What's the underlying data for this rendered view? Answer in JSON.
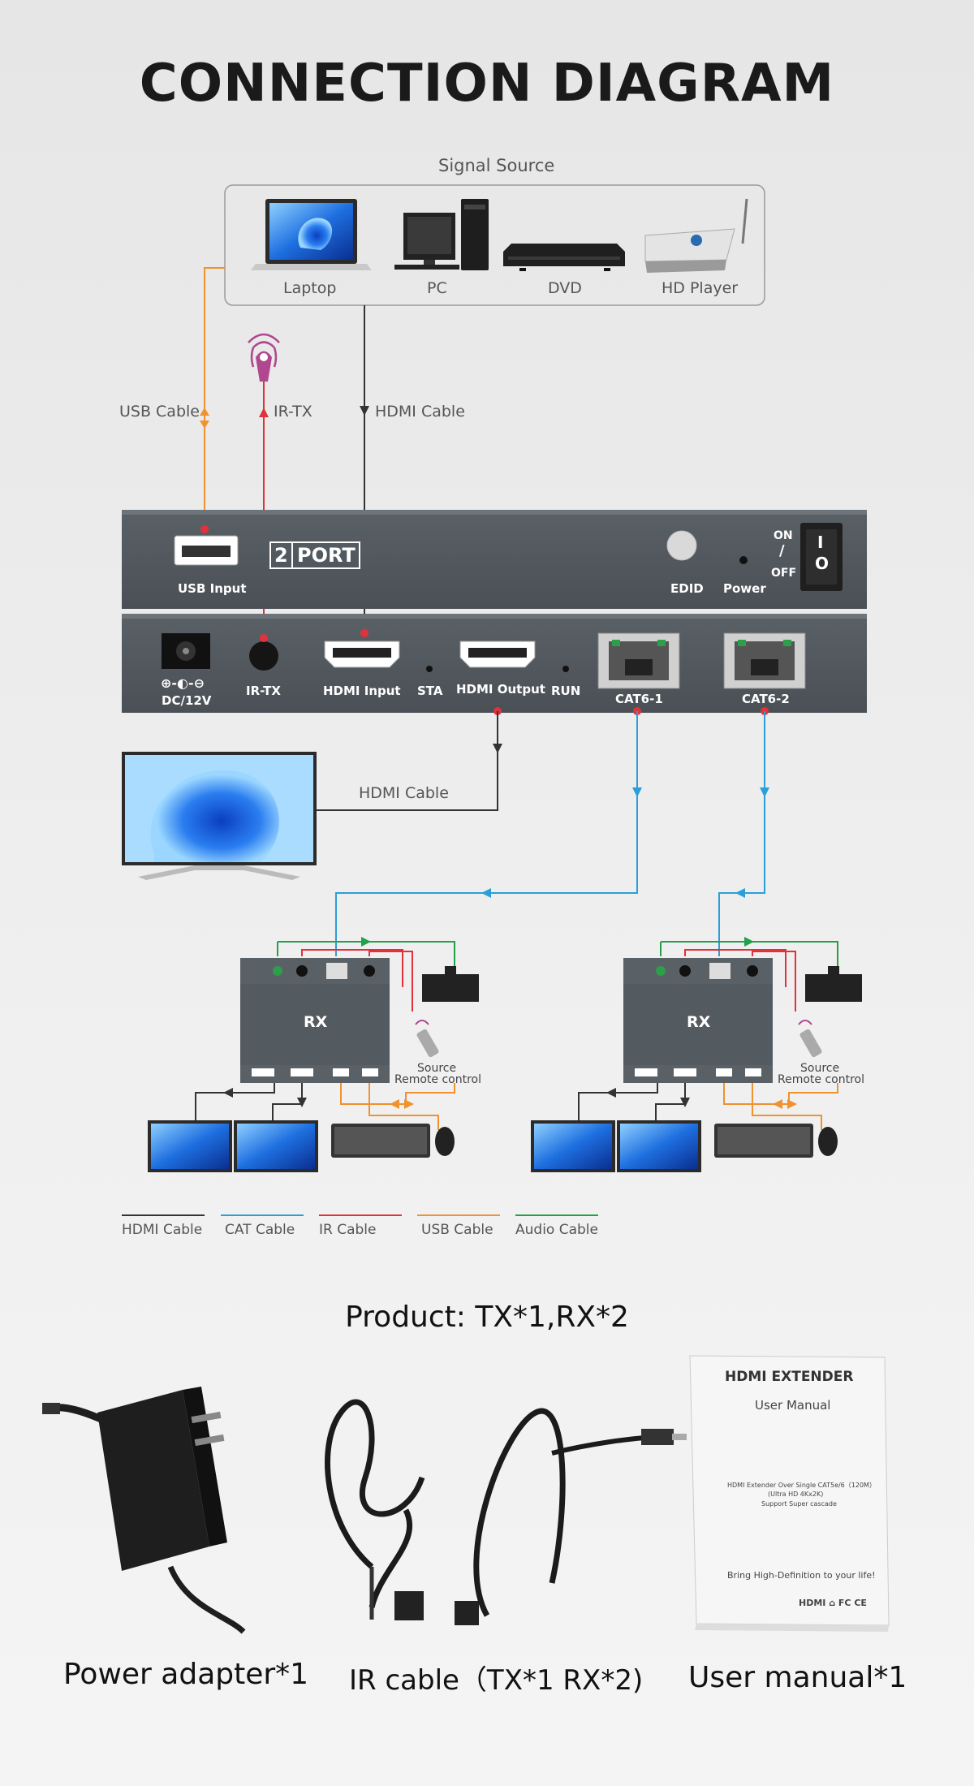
{
  "title": "CONNECTION DIAGRAM",
  "signal_source": {
    "title": "Signal Source",
    "devices": [
      {
        "label": "Laptop",
        "icon": "laptop-icon"
      },
      {
        "label": "PC",
        "icon": "pc-icon"
      },
      {
        "label": "DVD",
        "icon": "dvd-icon"
      },
      {
        "label": "HD Player",
        "icon": "hd-player-icon"
      }
    ]
  },
  "cables": {
    "usb": "USB Cable",
    "irtx": "IR-TX",
    "hdmi_in": "HDMI Cable",
    "hdmi_out": "HDMI  Cable"
  },
  "tx_front": {
    "usb_input": "USB Input",
    "port_num": "2",
    "port_word": "PORT",
    "edid": "EDID",
    "power": "Power",
    "on": "ON",
    "slash": "/",
    "off": "OFF",
    "switch_on": "I",
    "switch_off": "O"
  },
  "tx_rear": {
    "dc": "DC/12V",
    "dc_symbol": "⊕-◐-⊖",
    "ir_tx": "IR-TX",
    "hdmi_input": "HDMI Input",
    "sta": "STA",
    "hdmi_output": "HDMI Output",
    "run": "RUN",
    "cat1": "CAT6-1",
    "cat2": "CAT6-2"
  },
  "rx": {
    "label": "RX",
    "source_line1": "Source",
    "source_line2": "Remote control"
  },
  "legend": [
    {
      "label": "HDMI Cable",
      "color": "#333333"
    },
    {
      "label": "CAT Cable",
      "color": "#2a9fd8"
    },
    {
      "label": "IR Cable",
      "color": "#e0323c"
    },
    {
      "label": "USB Cable",
      "color": "#f0922e"
    },
    {
      "label": "Audio Cable",
      "color": "#22a04a"
    }
  ],
  "product": {
    "title": "Product: TX*1,RX*2",
    "items": [
      {
        "label": "Power adapter*1"
      },
      {
        "label": "IR cable（TX*1 RX*2)"
      },
      {
        "label": "User manual*1"
      }
    ],
    "manual": {
      "title": "HDMI EXTENDER",
      "subtitle": "User Manual",
      "line1": "HDMI Extender Over Single CAT5e/6（120M）",
      "line2": "(Ultra HD 4Kx2K)",
      "line3": "Support Super cascade",
      "tagline": "Bring High-Definition to your life!",
      "logos": "HDMI  ⌂  FC  CE"
    }
  }
}
